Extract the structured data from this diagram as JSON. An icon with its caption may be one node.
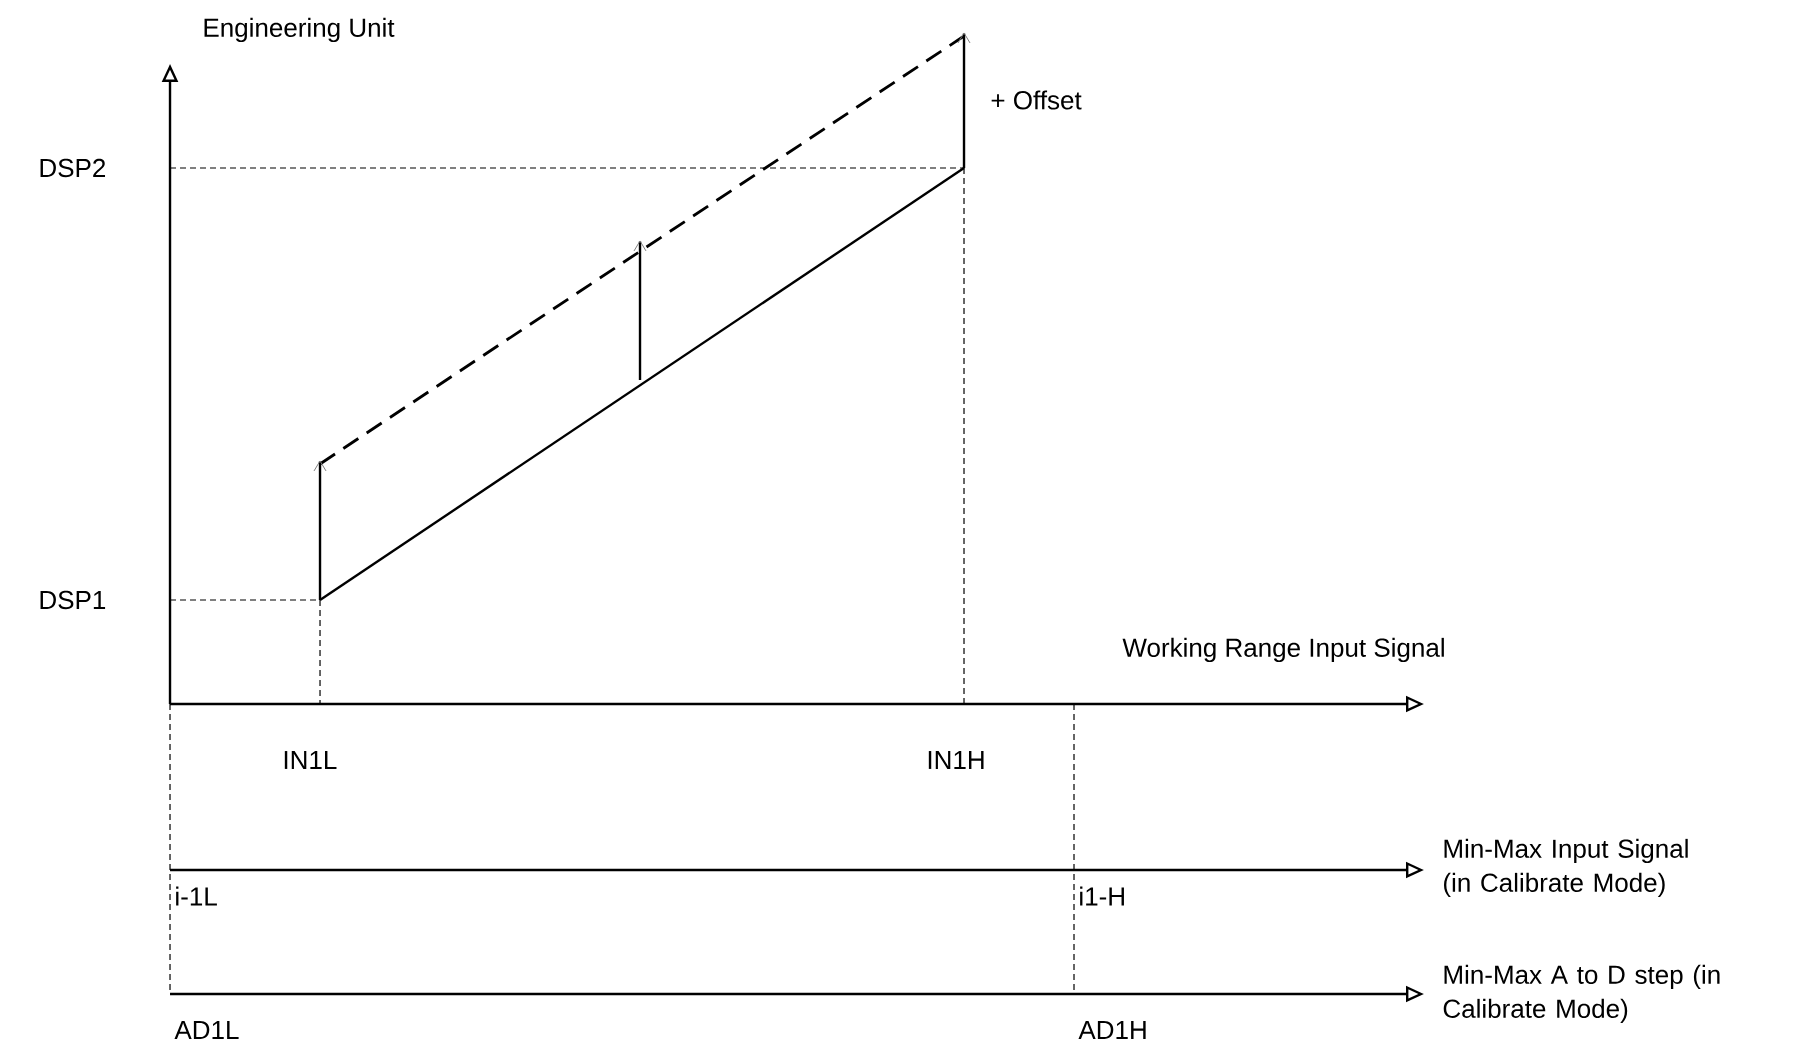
{
  "diagram": {
    "labels": [
      "Engineering Unit",
      "+ Offset",
      "DSP2",
      "DSP1",
      "Working Range Input Signal",
      "IN1L",
      "IN1H",
      "Min-Max Input Signal (in Calibrate Mode)",
      "i-1L",
      "i1-H",
      "Min-Max A to D step (in Calibrate Mode)",
      "AD1L",
      "AD1H"
    ]
  }
}
